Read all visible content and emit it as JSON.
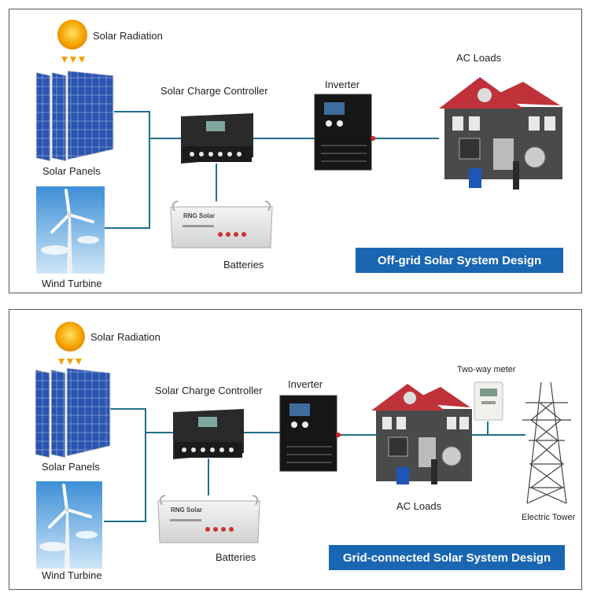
{
  "offgrid": {
    "solar_radiation": "Solar Radiation",
    "solar_panels": "Solar Panels",
    "wind_turbine": "Wind Turbine",
    "charge_controller": "Solar Charge Controller",
    "batteries": "Batteries",
    "inverter": "Inverter",
    "ac_loads": "AC Loads",
    "banner": "Off-grid Solar System Design",
    "battery_brand": "RNG Solar"
  },
  "grid": {
    "solar_radiation": "Solar Radiation",
    "solar_panels": "Solar Panels",
    "wind_turbine": "Wind Turbine",
    "charge_controller": "Solar Charge Controller",
    "batteries": "Batteries",
    "inverter": "Inverter",
    "ac_loads": "AC Loads",
    "meter": "Two-way meter",
    "tower": "Electric Tower",
    "banner": "Grid-connected Solar System Design",
    "battery_brand": "RNG Solar"
  },
  "colors": {
    "wire": "#1f6f8b",
    "banner": "#1a66b3",
    "panel_blue": "#2a4fa0",
    "roof": "#c0323a"
  }
}
